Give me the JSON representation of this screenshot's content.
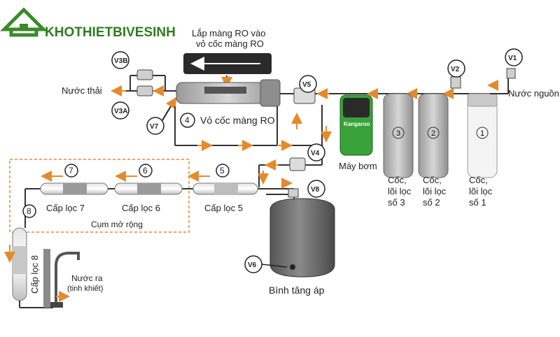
{
  "brand": {
    "logo_text": "KHOTHIETBIVESINH",
    "color": "#3c8a2a"
  },
  "colors": {
    "arrow": "#e58a2a",
    "pipe": "#333333",
    "housing": "#b9b9b9",
    "pump_green": "#39a23a",
    "tank": "#6f6f6f"
  },
  "labels": {
    "ro_title_line1": "Lắp màng RO vào",
    "ro_title_line2": "vỏ cốc màng RO",
    "waste_water": "Nước thải",
    "source_water": "Nước nguồn",
    "ro_housing": "Vỏ cốc màng RO",
    "pump": "Máy bơm",
    "pump_brand": "Kangaroo",
    "cup3": [
      "Cốc,",
      "lõi lọc",
      "số 3"
    ],
    "cup2": [
      "Cốc,",
      "lõi lọc",
      "số 2"
    ],
    "cup1": [
      "Cốc,",
      "lõi lọc",
      "số 1"
    ],
    "filter7": "Cấp lọc 7",
    "filter6": "Cấp lọc 6",
    "filter5": "Cấp lọc 5",
    "filter8": "Cấp lọc 8",
    "expansion": "Cụm mở rộng",
    "water_out_line1": "Nước ra",
    "water_out_line2": "(tinh khiết)",
    "tank": "Bình tăng áp"
  },
  "valves": [
    "V1",
    "V2",
    "V3B",
    "V3A",
    "V4",
    "V5",
    "V6",
    "V7",
    "V8"
  ],
  "step_numbers": [
    "1",
    "2",
    "3",
    "4",
    "5",
    "6",
    "7",
    "8"
  ],
  "icons": [
    "house-logo-icon",
    "faucet-icon",
    "valve-icon",
    "arrow-icon"
  ]
}
